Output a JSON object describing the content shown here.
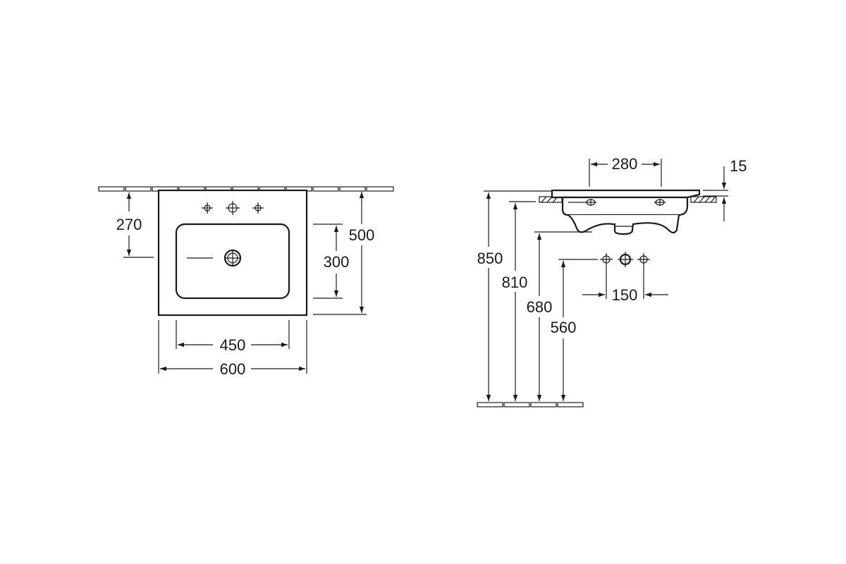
{
  "plan_view": {
    "dim_width_outer": "600",
    "dim_width_inner": "450",
    "dim_depth_outer": "500",
    "dim_depth_bowl": "300",
    "dim_tap_to_drain": "270"
  },
  "side_view": {
    "dim_top_width": "280",
    "dim_rim_thickness": "15",
    "dim_height_rim": "850",
    "dim_height_810": "810",
    "dim_height_680": "680",
    "dim_height_560": "560",
    "dim_tap_spacing": "150"
  }
}
